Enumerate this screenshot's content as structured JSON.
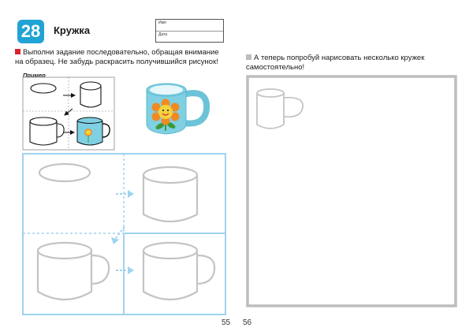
{
  "header": {
    "number": "28",
    "title": "Кружка",
    "name_field_label": "Имя",
    "date_field_label": "Дата"
  },
  "left_page": {
    "instruction": "Выполни задание последовательно, обращая внимание на образец. Не забудь раскрасить получившийся рисунок!",
    "example_label": "Пример",
    "page_number": "55"
  },
  "right_page": {
    "instruction": "А теперь попробуй нарисовать несколько кружек самостоятельно!",
    "page_number": "56"
  },
  "colors": {
    "accent_blue": "#21a3d4",
    "grid_blue": "#9fd3ee",
    "bullet_red": "#d9232d",
    "frame_gray": "#bdbdbd",
    "mug_fill": "#7fd0e3",
    "flower_petal": "#f08a24",
    "flower_center": "#f5d33c"
  }
}
